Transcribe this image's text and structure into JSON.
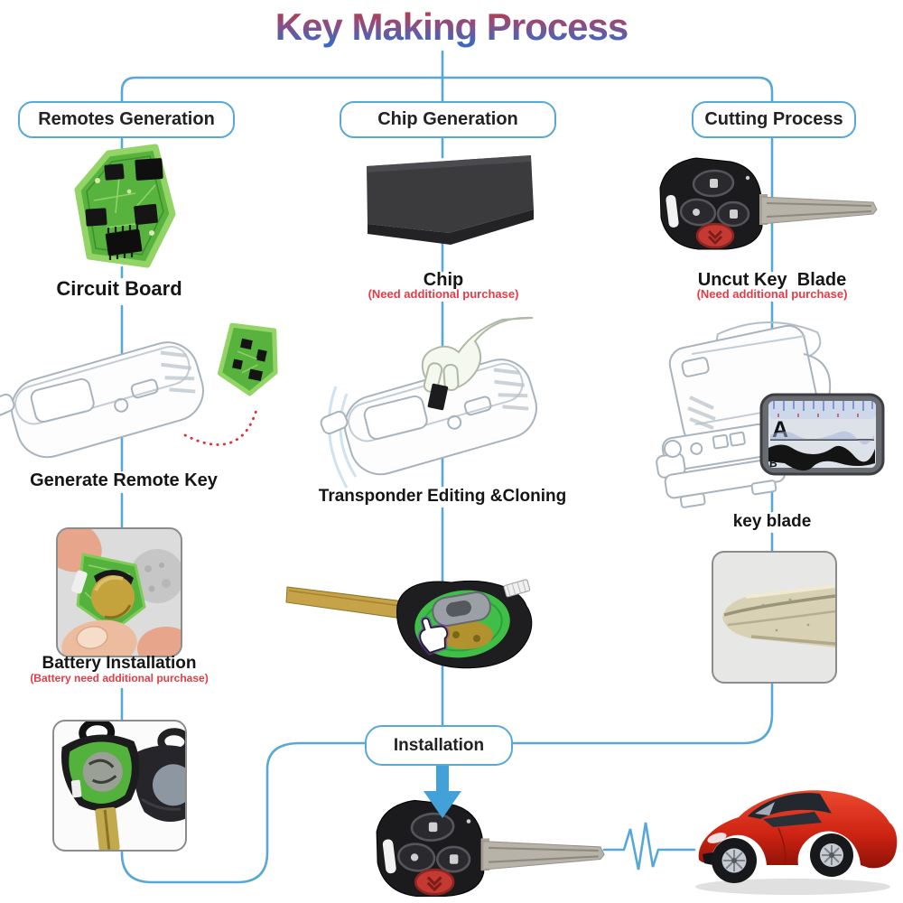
{
  "title": "Key Making Process",
  "headers": {
    "remotes": "Remotes Generation",
    "chip": "Chip Generation",
    "cutting": "Cutting Process"
  },
  "labels": {
    "circuit_board": "Circuit Board",
    "chip": "Chip",
    "chip_note": "(Need additional purchase)",
    "uncut_key_blade": "Uncut Key  Blade",
    "uncut_key_note": "(Need additional purchase)",
    "generate_remote_key": "Generate Remote Key",
    "transponder_editing": "Transponder Editing &Cloning",
    "key_blade": "key blade",
    "battery_installation": "Battery Installation",
    "battery_note": "(Battery need additional purchase)",
    "installation": "Installation"
  },
  "machine_gauge": {
    "letter_a": "A",
    "letter_b": "B"
  },
  "colors": {
    "connector_blue": "#57a8d7",
    "box_border_blue": "#58a8d8",
    "title_top_red": "#bb3a43",
    "title_bottom_blue": "#3e68bd",
    "note_red": "#e23c46",
    "pcb_green": "#57b33e",
    "car_red": "#d92c18",
    "key_black": "#1b1b1d",
    "panic_button_red": "#c43a33",
    "blade_brass": "#c6a348"
  }
}
